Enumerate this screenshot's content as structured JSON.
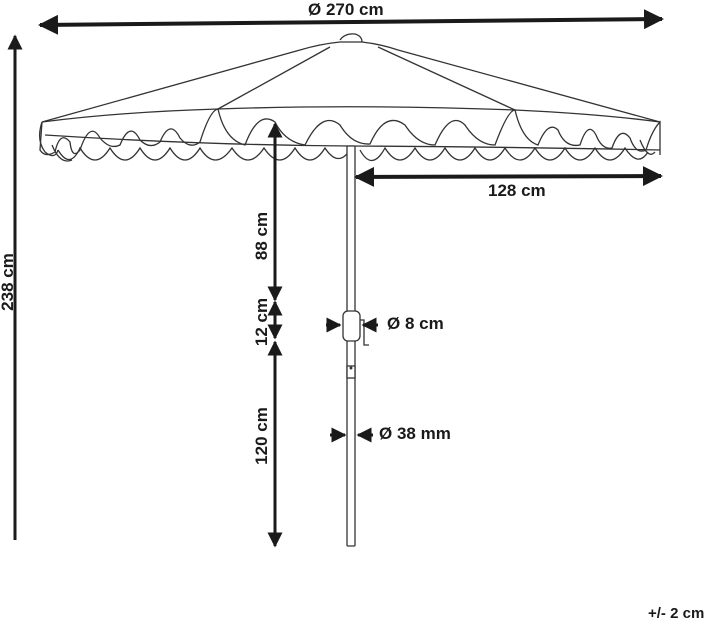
{
  "diagram": {
    "subject": "Patio umbrella with scalloped valance and crank",
    "dimensions": {
      "canopy_diameter": "Ø 270 cm",
      "radius": "128 cm",
      "total_height": "238 cm",
      "valance_to_crank": "88 cm",
      "crank_section": "12 cm",
      "pole_lower": "120 cm",
      "crank_diameter": "Ø 8 cm",
      "pole_diameter": "Ø 38 mm"
    },
    "tolerance": "+/- 2 cm",
    "colors": {
      "line": "#1a1a1a",
      "outline": "#333333",
      "background": "#ffffff"
    }
  }
}
